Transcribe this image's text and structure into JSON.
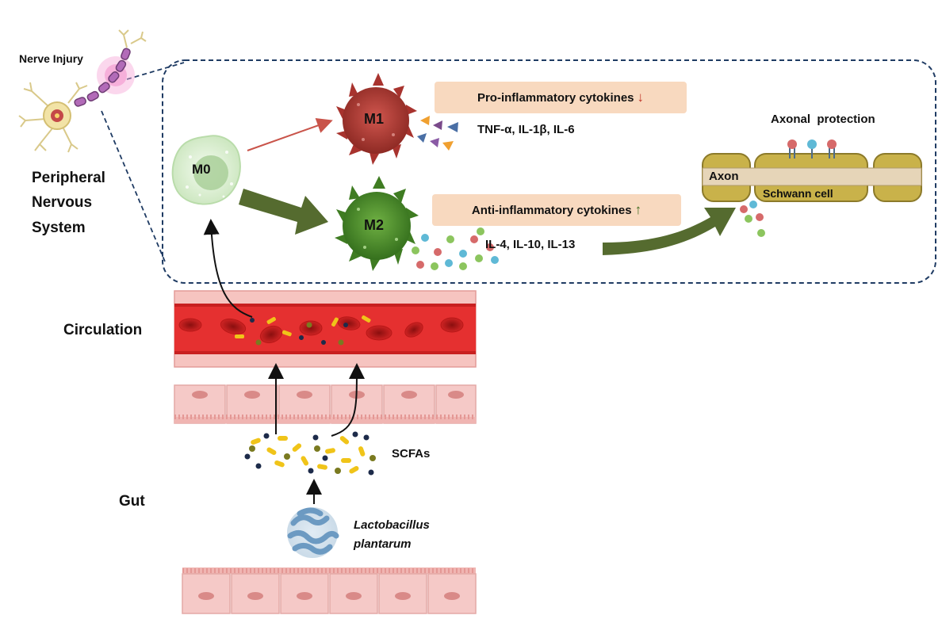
{
  "labels": {
    "nerve_injury": "Nerve Injury",
    "pns_line1": "Peripheral",
    "pns_line2": "Nervous",
    "pns_line3": "System",
    "circulation": "Circulation",
    "gut": "Gut",
    "scfas": "SCFAs",
    "bacteria_line1": "Lactobacillus",
    "bacteria_line2": "plantarum",
    "axonal_protection": "Axonal  protection",
    "axon": "Axon",
    "schwann_cell": "Schwann cell"
  },
  "macrophages": {
    "m0": "M0",
    "m1": "M1",
    "m2": "M2"
  },
  "cytokines": {
    "pro_title": "Pro-inflammatory cytokines",
    "pro_arrow": "↓",
    "pro_list": "TNF-α, IL-1β,  IL-6",
    "anti_title": "Anti-inflammatory cytokines",
    "anti_arrow": "↑",
    "anti_list": "IL-4, IL-10, IL-13"
  },
  "colors": {
    "m1": "#b03a34",
    "m2": "#4d8a2a",
    "m0": "#dff0d8",
    "big_arrow": "#556b2f",
    "dashed_border": "#1f3b63",
    "vessel": "#e88f8f",
    "cytokine_box": "#f8d9bf"
  }
}
